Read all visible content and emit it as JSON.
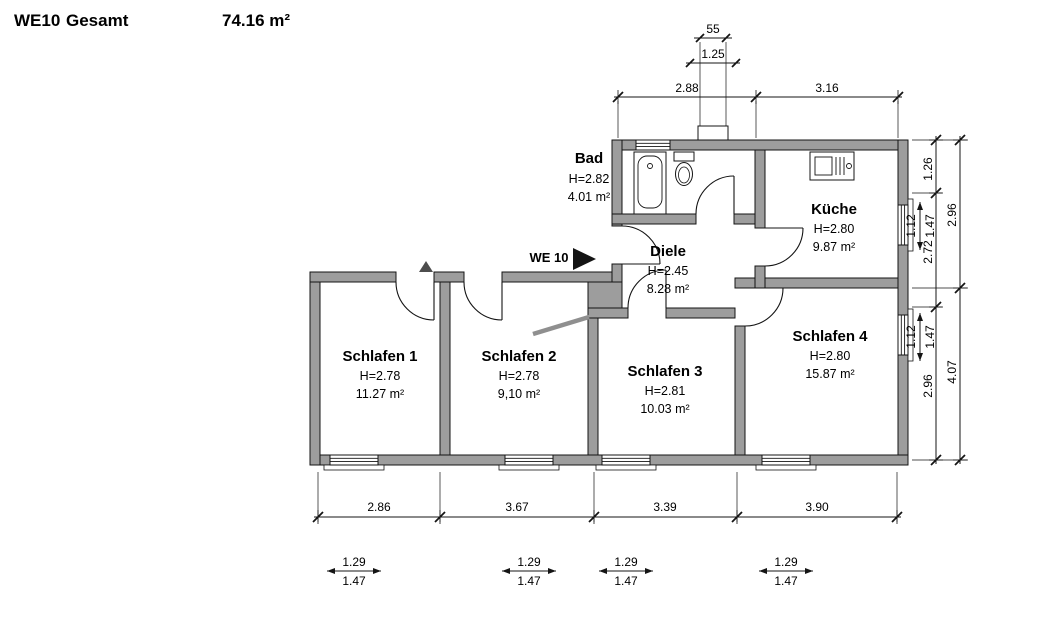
{
  "title": {
    "code": "WE10",
    "name": "Gesamt",
    "area": "74.16 m²"
  },
  "unit_marker": "WE 10",
  "rooms": {
    "bad": {
      "name": "Bad",
      "height": "H=2.82",
      "area": "4.01 m²"
    },
    "kueche": {
      "name": "Küche",
      "height": "H=2.80",
      "area": "9.87 m²"
    },
    "diele": {
      "name": "Diele",
      "height": "H=2.45",
      "area": "8.28 m²"
    },
    "schlafen1": {
      "name": "Schlafen 1",
      "height": "H=2.78",
      "area": "11.27 m²"
    },
    "schlafen2": {
      "name": "Schlafen 2",
      "height": "H=2.78",
      "area": "9,10 m²"
    },
    "schlafen3": {
      "name": "Schlafen 3",
      "height": "H=2.81",
      "area": "10.03 m²"
    },
    "schlafen4": {
      "name": "Schlafen 4",
      "height": "H=2.80",
      "area": "15.87 m²"
    }
  },
  "dims": {
    "chimney_width": "55",
    "chimney_offset": "1.25",
    "top": {
      "seg1": "2.88",
      "seg2": "3.16"
    },
    "bottom": {
      "seg1": "2.86",
      "seg2": "3.67",
      "seg3": "3.39",
      "seg4": "3.90"
    },
    "right_inner": {
      "seg1": "1.26",
      "seg2": "2.72",
      "seg3": "2.96"
    },
    "right_outer": {
      "seg1": "2.96",
      "seg2": "4.07"
    },
    "win_right": [
      {
        "w": "1.12",
        "h": "1.47"
      },
      {
        "w": "1.12",
        "h": "1.47"
      }
    ],
    "win_bottom": [
      {
        "w": "1.29",
        "h": "1.47"
      },
      {
        "w": "1.29",
        "h": "1.47"
      },
      {
        "w": "1.29",
        "h": "1.47"
      },
      {
        "w": "1.29",
        "h": "1.47"
      }
    ]
  }
}
